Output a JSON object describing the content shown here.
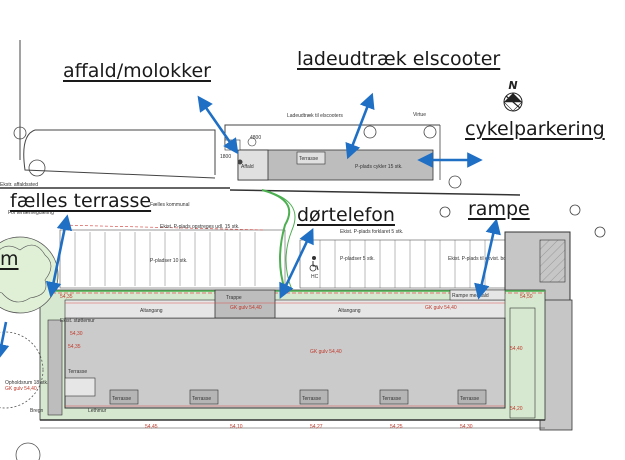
{
  "labels": {
    "affald": "affald/molokker",
    "ladeudtraek": "ladeudtræk elscooter",
    "cykelparkering": "cykelparkering",
    "faelles_terrasse": "fælles terrasse",
    "doertelefon": "dørtelefon",
    "rampe": "rampe",
    "left_cut": "m"
  },
  "compass": {
    "label": "N"
  },
  "small_text": {
    "affaldssted": "Ekstr. affaldssted",
    "faelles_kommunal": "Fælles kommunal",
    "for_terrain": "For terrænregulering",
    "ladeudtraek_note": "Ladeudtræk til elscooters",
    "virktue": "Virtue",
    "dim_4800": "4800",
    "dim_1800": "1800",
    "affald_box": "Affald",
    "terrasse_box": "Terrasse",
    "p_plads_cykler": "P-plads cykler 15 stk.",
    "ekist_p_plads": "Ekist. P-plads opstreges udl. 15 stk.",
    "p_pladser_10": "P-pladser 10 stk.",
    "p_pladser_5": "P-pladser 5 stk.",
    "p_plads_forklaret": "Ekist. P-plads forklaret 5 stk.",
    "hc": "HC",
    "ekist_p_plads_right": "Ekist. P-plads til ekvist. boliger 5 stk.",
    "trappe": "Trappe",
    "rampe_fald": "Rampe med fald",
    "altangang_left": "Altangang",
    "altangang_mid": "Altangang",
    "gk_gulv_top": "GK gulv 54,40",
    "gk_gulv_top2": "GK gulv 54,40",
    "gk_gulv_center": "GK gulv 54,40",
    "gk_gulv_left": "GK gulv 54,40",
    "opholdsrum": "Opholdsrum 18 stk.",
    "terrasse_left": "Terrasse",
    "terrasse_1": "Terrasse",
    "terrasse_2": "Terrasse",
    "terrasse_3": "Terrasse",
    "terrasse_4": "Terrasse",
    "terrasse_5": "Terrasse",
    "lev_54_35": "54,35",
    "lev_54_40": "54,40",
    "lev_54_20": "54,20",
    "lev_54_10": "54,10",
    "lev_54_27": "54,27",
    "lev_54_25": "54,25",
    "lev_54_30": "54,30",
    "lev_54_35b": "54,35",
    "lev_54_45": "54,45",
    "lev_54_30b": "54,30",
    "lev_54_50": "54,50",
    "ekist_skaeret": "Ekist. støttemur",
    "lethmus": "Lethmur",
    "bregn": "Bregn"
  },
  "colors": {
    "arrow": "#1f6fc5",
    "building_fill": "#c9c9c9",
    "green_line": "#4caf50",
    "red_line": "#d9534f",
    "text": "#1a1a1a"
  },
  "icons": [
    "double-arrow-icon",
    "north-arrow-icon",
    "tree-icon",
    "wheelchair-icon"
  ]
}
